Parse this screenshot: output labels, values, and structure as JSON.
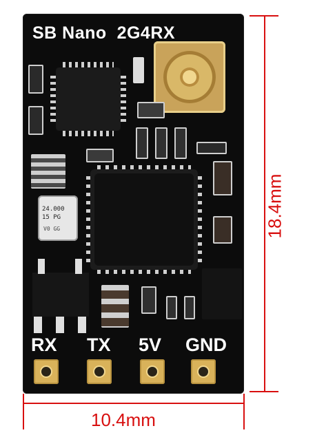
{
  "board": {
    "title": "SB Nano  2G4RX",
    "pins": [
      "RX",
      "TX",
      "5V",
      "GND"
    ],
    "crystal_text": "24.000 15 PG",
    "crystal_small": "V0 GG"
  },
  "dimensions": {
    "width_label": "10.4mm",
    "height_label": "18.4mm"
  },
  "colors": {
    "pcb": "#0c0c0c",
    "silk": "#ffffff",
    "gold_pad": "#d9b25a",
    "dimension": "#d80f0f"
  }
}
